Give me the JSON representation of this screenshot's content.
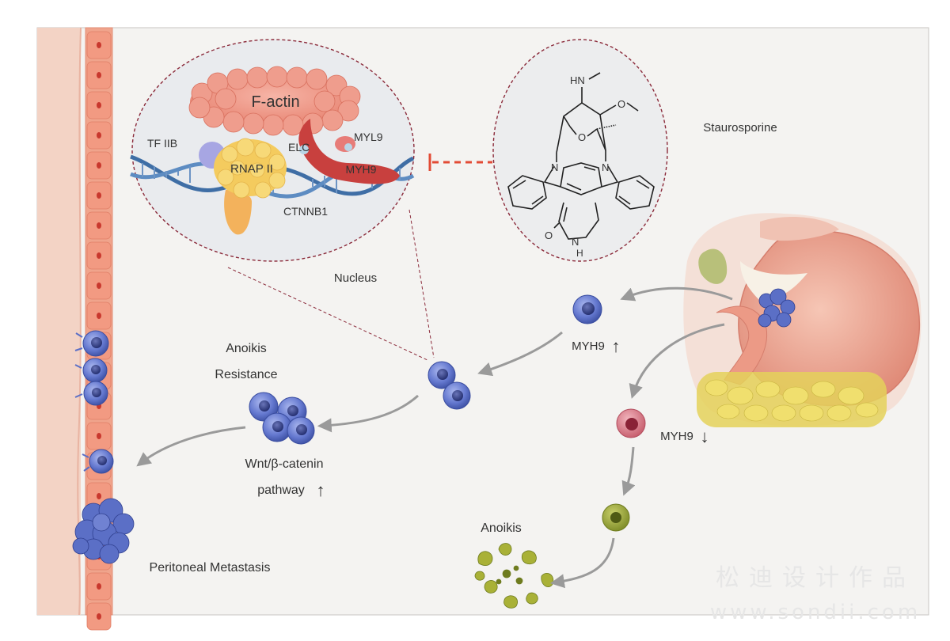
{
  "labels": {
    "f_actin": "F-actin",
    "tf_iib": "TF IIB",
    "elc": "ELC",
    "myl9": "MYL9",
    "rnap_ii": "RNAP II",
    "myh9_protein": "MYH9",
    "ctnnb1": "CTNNB1",
    "nucleus": "Nucleus",
    "staurosporine": "Staurosporine",
    "anoikis_resistance_line1": "Anoikis",
    "anoikis_resistance_line2": "Resistance",
    "wnt_line1": "Wnt/β-catenin",
    "wnt_line2": "pathway",
    "myh9_high": "MYH9",
    "myh9_low": "MYH9",
    "anoikis": "Anoikis",
    "peritoneal_metastasis": "Peritoneal Metastasis"
  },
  "arrows": {
    "up": "↑",
    "down": "↓"
  },
  "molecule": {
    "hn": "HN",
    "o": "O",
    "n": "N",
    "h": "H",
    "carbonyl_o": "O"
  },
  "watermark": {
    "line1": "松迪设计作品",
    "line2": "www.sondii.com"
  },
  "colors": {
    "background": "#f4f3f1",
    "cell_blue": "#5b6fc6",
    "cell_pink": "#d2707e",
    "cell_green": "#9aa83a",
    "myh9_red": "#c8403e",
    "actin_salmon": "#ec8c7c",
    "rnap_yellow": "#f4cb5e",
    "dna_blue": "#3f6ea5",
    "inhibitor_red": "#e24b35",
    "dashed_outline": "#8b2a3a",
    "arrow_gray": "#9a9a9a"
  }
}
